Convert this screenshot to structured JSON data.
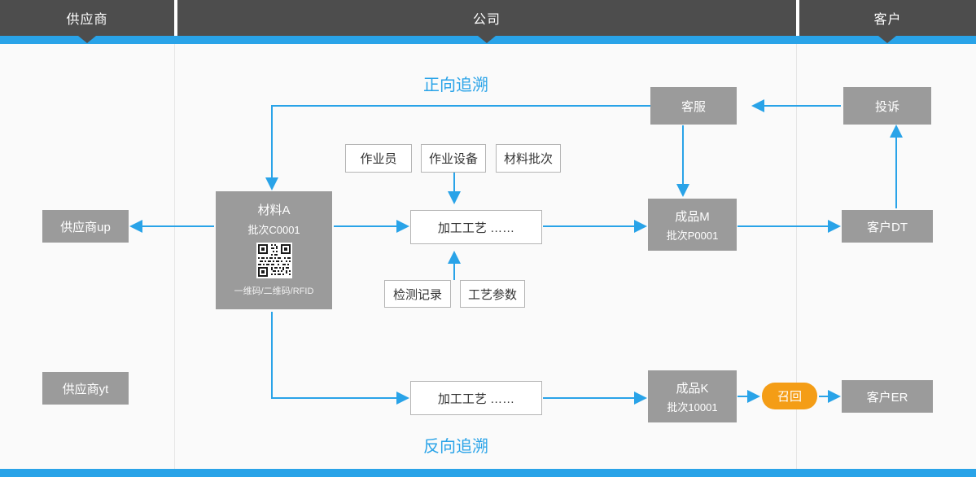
{
  "lanes": [
    {
      "label": "供应商"
    },
    {
      "label": "公司"
    },
    {
      "label": "客户"
    }
  ],
  "labels": {
    "forward": "正向追溯",
    "backward": "反向追溯"
  },
  "colors": {
    "accent_blue": "#29a3e8",
    "lane_gray": "#4d4d4d",
    "node_gray": "#9b9b9b",
    "recall_orange": "#f49d16",
    "page_bg": "#fafafa"
  },
  "nodes": {
    "supplier_up": {
      "label": "供应商up"
    },
    "supplier_yt": {
      "label": "供应商yt"
    },
    "material_a": {
      "title": "材料A",
      "batch": "批次C0001",
      "code_note": "一维码/二维码/RFID",
      "qr_icon": "qr-code-icon"
    },
    "process_top": {
      "label": "加工工艺  ……"
    },
    "process_bottom": {
      "label": "加工工艺  ……"
    },
    "product_m": {
      "title": "成品M",
      "batch": "批次P0001"
    },
    "product_k": {
      "title": "成品K",
      "batch": "批次10001"
    },
    "customer_dt": {
      "label": "客户DT"
    },
    "customer_er": {
      "label": "客户ER"
    },
    "customer_service": {
      "label": "客服"
    },
    "complaint": {
      "label": "投诉"
    },
    "recall": {
      "label": "召回"
    }
  },
  "attributes": {
    "operator": "作业员",
    "equipment": "作业设备",
    "material_batch": "材料批次",
    "inspection_record": "检测记录",
    "process_parameter": "工艺参数"
  }
}
